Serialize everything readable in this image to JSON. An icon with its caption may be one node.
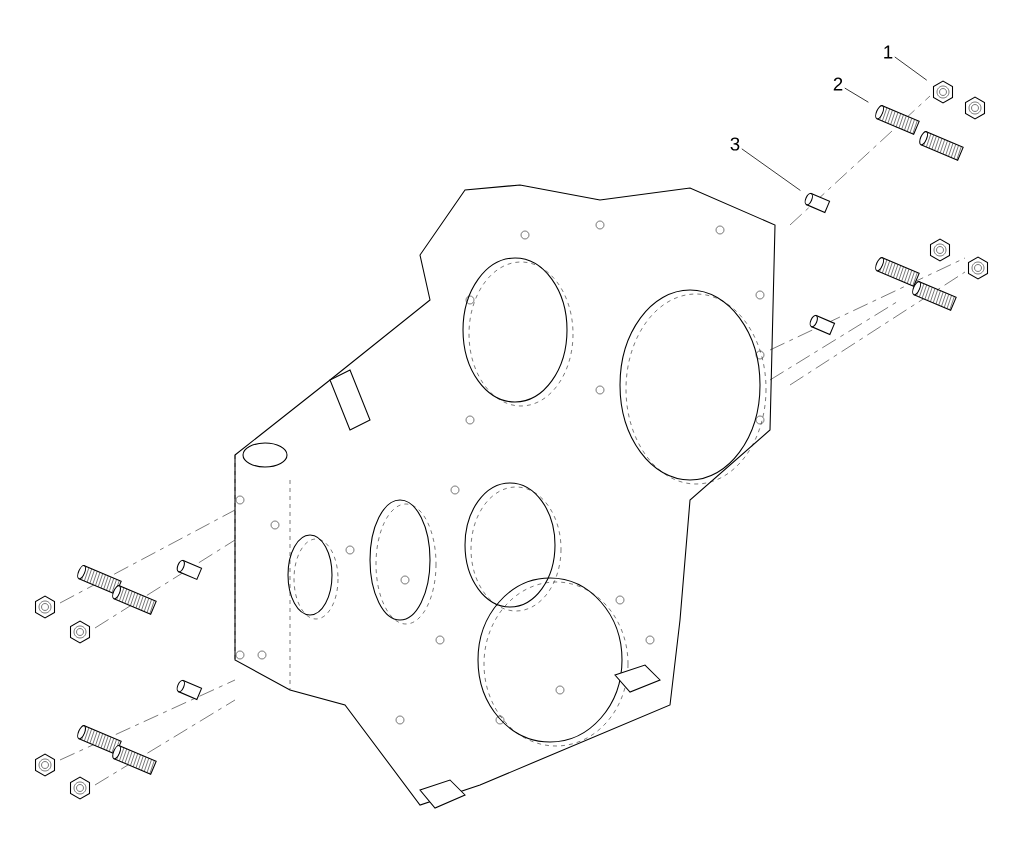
{
  "diagram": {
    "nodes": [
      {
        "text": [
          "1"
        ]
      },
      {
        "text": [
          "2"
        ]
      },
      {
        "text": [
          "3"
        ]
      },
      {
        "text": [],
        "shape": "picture"
      },
      {
        "text": [],
        "shape": "picture"
      },
      {
        "text": [],
        "shape": "picture"
      }
    ],
    "edges": [
      {
        "from": 0,
        "to": 3,
        "arrow": "none"
      },
      {
        "from": 1,
        "to": 4,
        "arrow": "none"
      },
      {
        "from": 2,
        "to": 5,
        "arrow": "none"
      }
    ]
  }
}
